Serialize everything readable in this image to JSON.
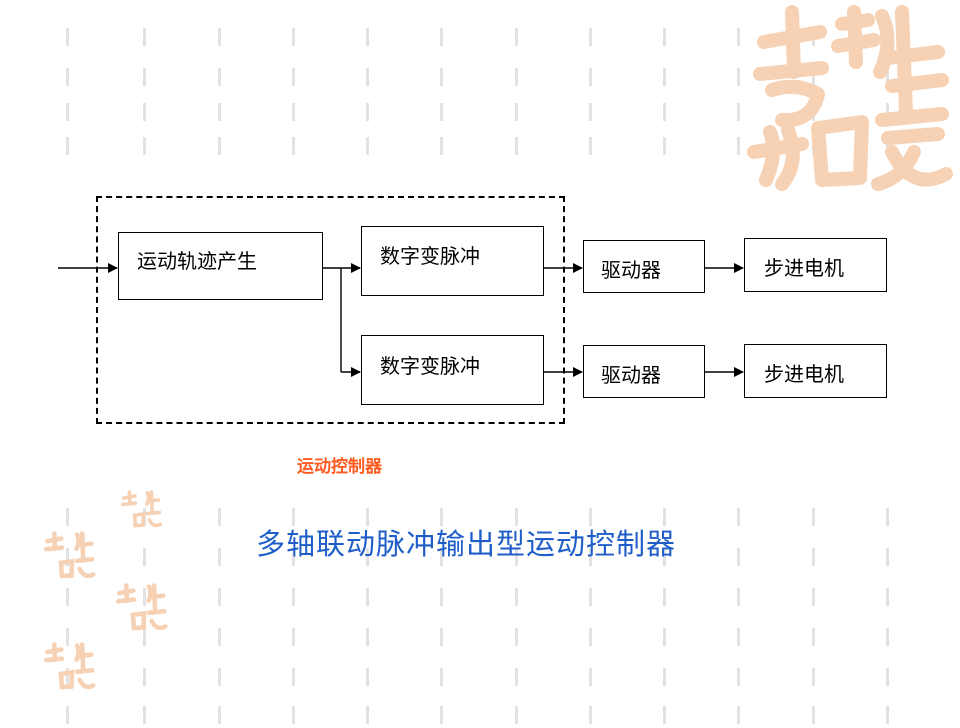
{
  "diagram": {
    "blocks": {
      "trajectory": "运动轨迹产生",
      "pulse_1": "数字变脉冲",
      "pulse_2": "数字变脉冲",
      "driver_1": "驱动器",
      "driver_2": "驱动器",
      "motor_1": "步进电机",
      "motor_2": "步进电机"
    },
    "controller_label": "运动控制器"
  },
  "title": "多轴联动脉冲输出型运动控制器",
  "colors": {
    "caption": "#ff5a1f",
    "title": "#1f5ec8",
    "seal": "#f6d1b4",
    "tick": "#e2e2e2"
  }
}
